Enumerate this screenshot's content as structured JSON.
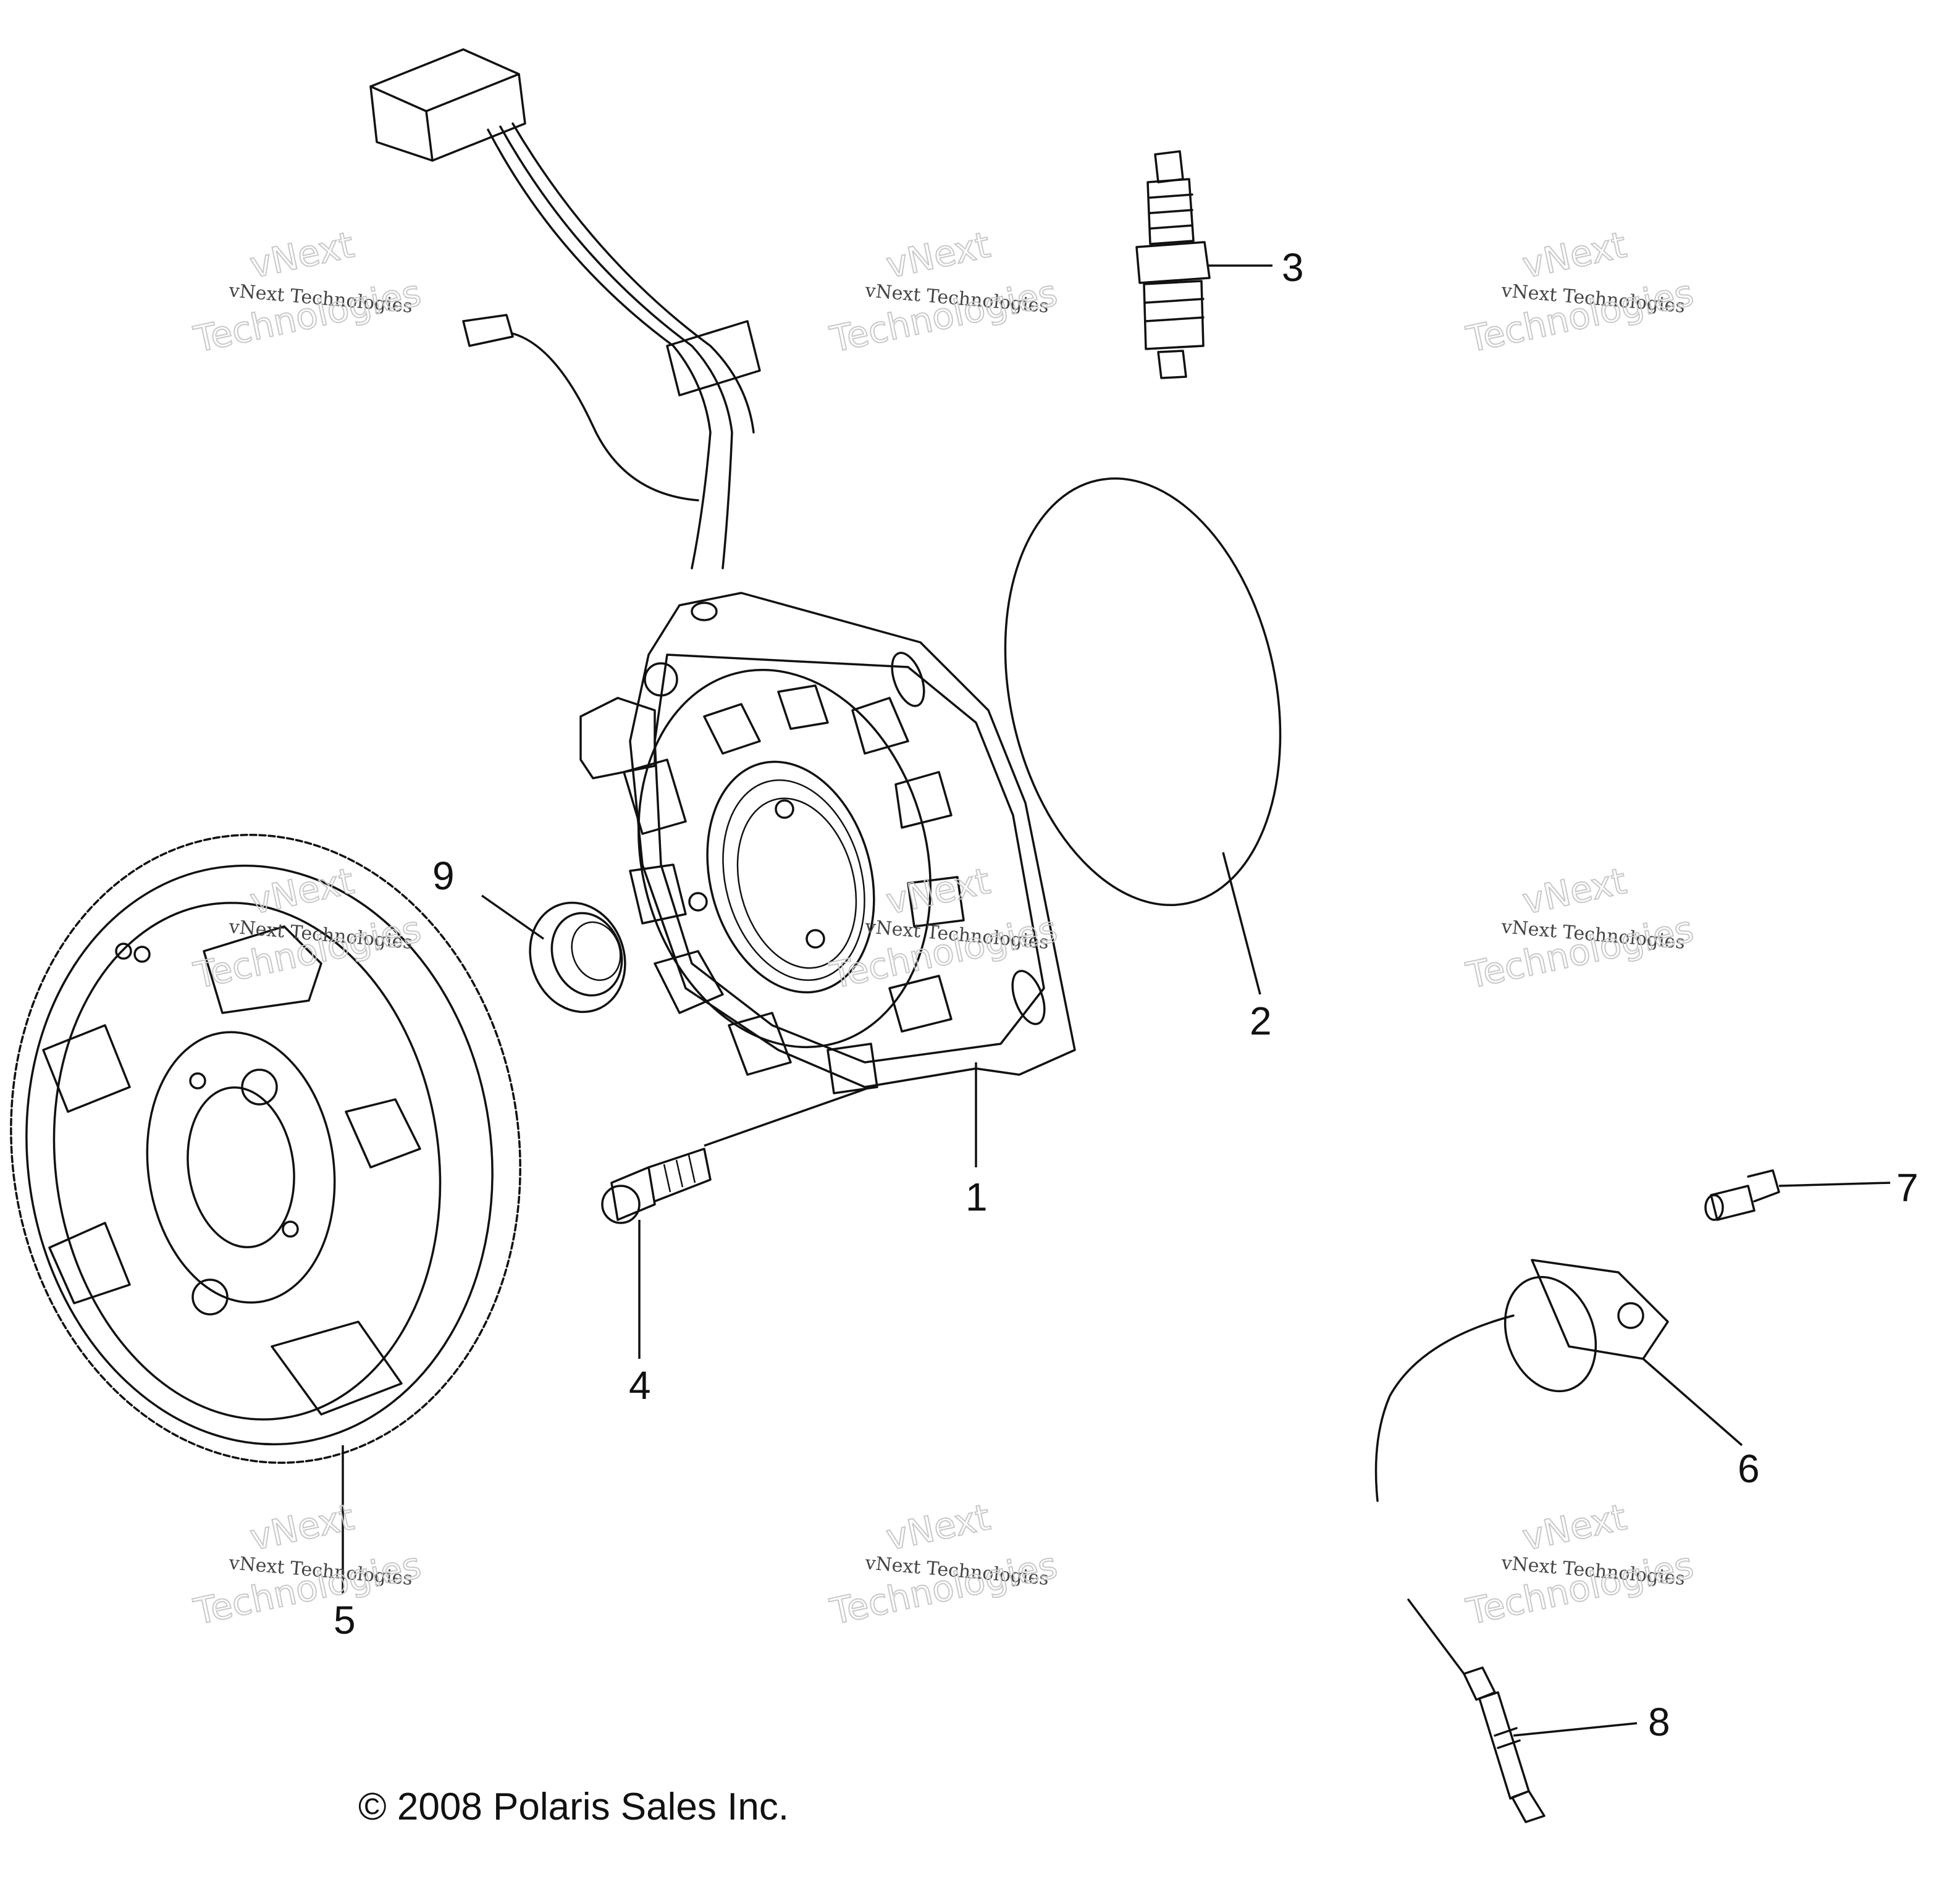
{
  "copyright": "© 2008 Polaris Sales Inc.",
  "callouts": [
    "1",
    "2",
    "3",
    "4",
    "5",
    "6",
    "7",
    "8",
    "9"
  ],
  "watermark": {
    "line_small": "vNext Technologies",
    "line_top": "vNext",
    "line_big": "Technologies"
  }
}
